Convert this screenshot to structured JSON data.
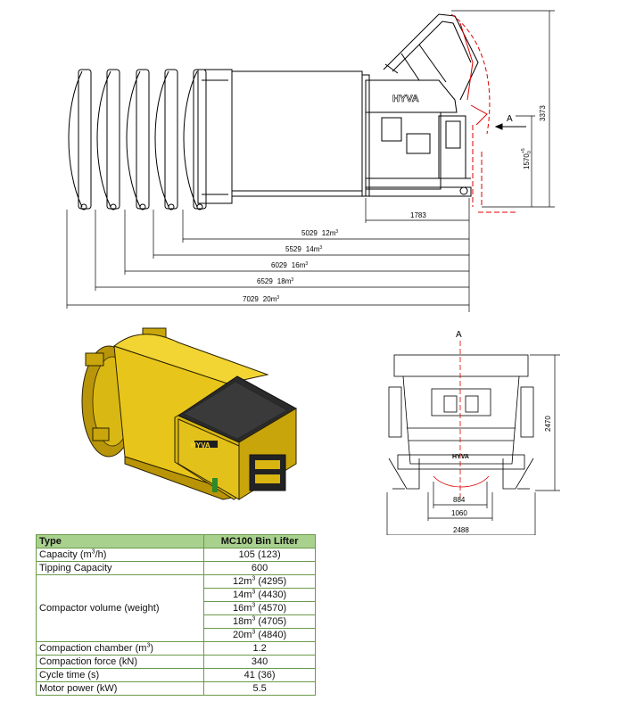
{
  "brand": "HYVA",
  "side_view": {
    "view_marker": "A",
    "dims": {
      "height": "3373",
      "hopper": "1783",
      "lift_height": "1570",
      "lift_tol_top": "+5",
      "lift_tol_bottom": "0"
    },
    "lengths": [
      {
        "mm": "5029",
        "vol": "12m",
        "sup": "3"
      },
      {
        "mm": "5529",
        "vol": "14m",
        "sup": "3"
      },
      {
        "mm": "6029",
        "vol": "16m",
        "sup": "3"
      },
      {
        "mm": "6529",
        "vol": "18m",
        "sup": "3"
      },
      {
        "mm": "7029",
        "vol": "20m",
        "sup": "3"
      }
    ]
  },
  "front_view": {
    "view_marker": "A",
    "dims": {
      "height": "2470",
      "inner": "884",
      "track": "1060",
      "width": "2488"
    }
  },
  "table": {
    "header": {
      "label": "Type",
      "value": "MC100 Bin Lifter"
    },
    "rows": [
      {
        "label": "Capacity (m",
        "label_sup": "3",
        "label_end": "/h)",
        "value": "105 (123)"
      },
      {
        "label": "Tipping Capacity",
        "value": "600"
      }
    ],
    "volume_label": "Compactor volume (weight)",
    "volume_rows": [
      {
        "pre": "12m",
        "sup": "3",
        "post": " (4295)"
      },
      {
        "pre": "14m",
        "sup": "3",
        "post": " (4430)"
      },
      {
        "pre": "16m",
        "sup": "3",
        "post": " (4570)"
      },
      {
        "pre": "18m",
        "sup": "3",
        "post": " (4705)"
      },
      {
        "pre": "20m",
        "sup": "3",
        "post": " (4840)"
      }
    ],
    "rows_after": [
      {
        "label": "Compaction chamber (m",
        "label_sup": "3",
        "label_end": ")",
        "value": "1.2"
      },
      {
        "label": "Compaction force (kN)",
        "value": "340"
      },
      {
        "label": "Cycle time (s)",
        "value": "41 (36)"
      },
      {
        "label": "Motor power (kW)",
        "value": "5.5"
      }
    ]
  }
}
